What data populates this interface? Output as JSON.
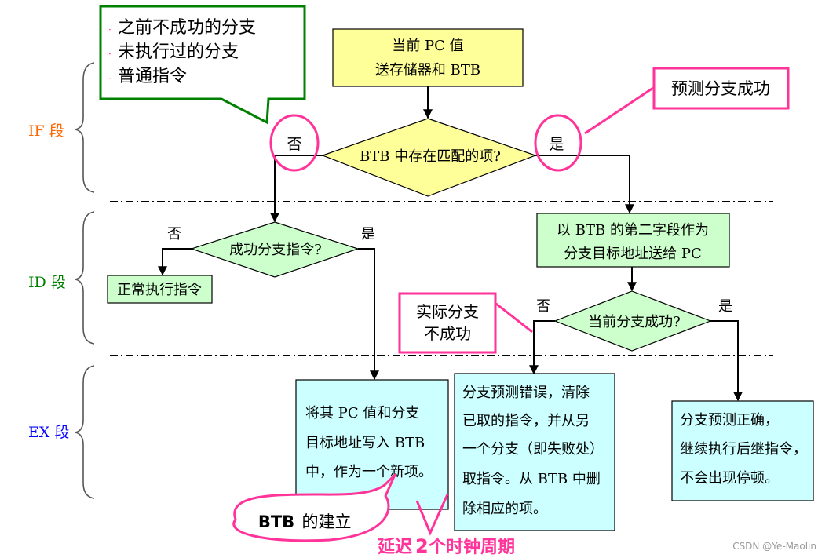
{
  "stages": {
    "if": "IF 段",
    "id": "ID 段",
    "ex": "EX 段"
  },
  "callout_green": {
    "bullet": "·",
    "items": [
      "之前不成功的分支",
      "未执行过的分支",
      "普通指令"
    ]
  },
  "start_box": {
    "line1": "当前 PC 值",
    "line2": "送存储器和 BTB"
  },
  "decision_btb": "BTB 中存在匹配的项?",
  "label_no_top": "否",
  "label_yes_top": "是",
  "callout_predict_success": "预测分支成功",
  "decision_branch": "成功分支指令?",
  "label_no_id": "否",
  "label_yes_id": "是",
  "normal_exec": "正常执行指令",
  "btb_target_box": {
    "line1": "以 BTB 的第二字段作为",
    "line2": "分支目标地址送给 PC"
  },
  "decision_current": "当前分支成功?",
  "label_no_current": "否",
  "label_yes_current": "是",
  "callout_actual_fail": {
    "line1": "实际分支",
    "line2": "不成功"
  },
  "box_write_btb": {
    "lines": [
      "将其 PC 值和分支",
      "目标地址写入 BTB",
      "中，作为一个新项。"
    ]
  },
  "box_mispredict": {
    "lines": [
      "分支预测错误，清除",
      "已取的指令，并从另",
      "一个分支（即失败处）",
      "取指令。从 BTB 中删",
      "除相应的项。"
    ]
  },
  "box_correct": {
    "lines": [
      "分支预测正确，",
      "继续执行后继指令，",
      "不会出现停顿。"
    ]
  },
  "callout_btb_build": {
    "prefix": "BTB",
    "suffix": "的建立"
  },
  "delay_label": {
    "prefix": "延迟",
    "number": "2",
    "suffix": "个时钟周期"
  },
  "watermark": "CSDN @Ye-Maolin",
  "colors": {
    "yellow": "#ffff99",
    "green_fill": "#ccffcc",
    "cyan_fill": "#ccffff",
    "magenta": "#ff3399",
    "green_border": "#008000",
    "orange": "#ff6600",
    "dark_green": "#008000",
    "blue": "#0000ff"
  }
}
